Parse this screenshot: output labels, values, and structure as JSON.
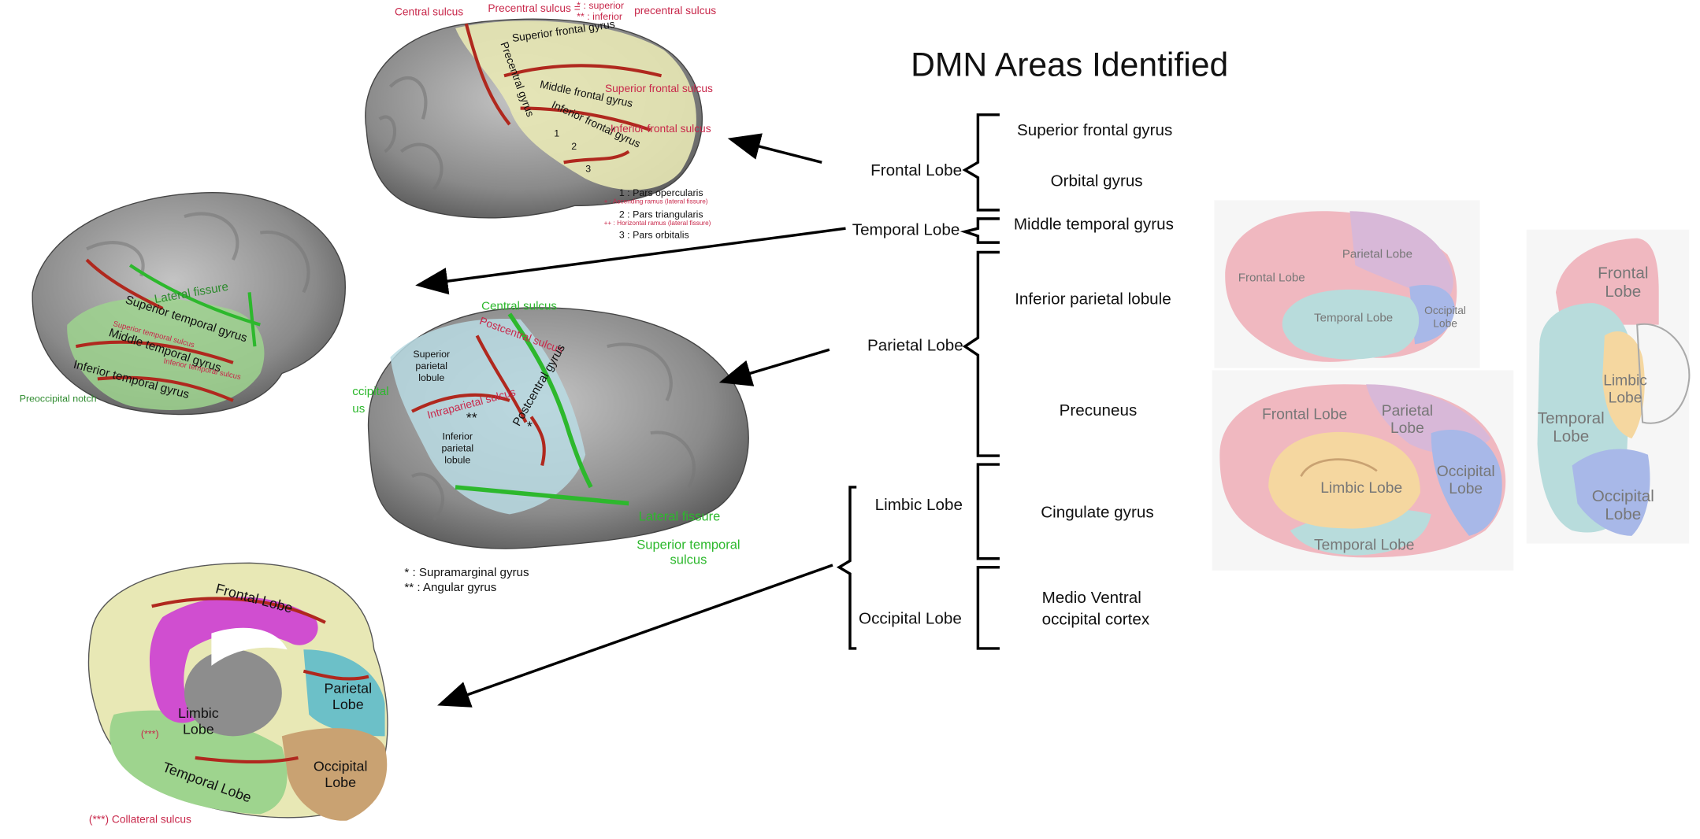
{
  "title": "DMN Areas Identified",
  "lobes": {
    "frontal": "Frontal Lobe",
    "temporal": "Temporal Lobe",
    "parietal": "Parietal Lobe",
    "limbic": "Limbic Lobe",
    "occipital": "Occipital Lobe"
  },
  "areas": {
    "superior_frontal": "Superior frontal gyrus",
    "orbital": "Orbital gyrus",
    "middle_temporal": "Middle temporal gyrus",
    "inferior_parietal": "Inferior parietal lobule",
    "precuneus": "Precuneus",
    "cingulate": "Cingulate gyrus",
    "medio_ventral_1": "Medio Ventral",
    "medio_ventral_2": "occipital cortex"
  },
  "brain_frontal": {
    "central_sulcus": "Central sulcus",
    "precentral_sulcus": "Precentral sulcus =",
    "star_superior": "* : superior",
    "star_inferior": "** : inferior",
    "precentral_sulcus_2": "precentral sulcus",
    "superior_frontal_gyrus": "Superior frontal gyrus",
    "precentral_gyrus": "Precentral gyrus",
    "middle_frontal_gyrus": "Middle frontal gyrus",
    "superior_frontal_sulcus": "Superior frontal sulcus",
    "inferior_frontal_gyrus": "Inferior frontal gyrus",
    "inferior_frontal_sulcus": "Inferior frontal sulcus",
    "num1": "1",
    "num2": "2",
    "num3": "3",
    "legend1": "1 : Pars opercularis",
    "legend1b": "+ : Ascending ramus (lateral fissure)",
    "legend2": "2 : Pars triangularis",
    "legend2b": "++ : Horizontal ramus (lateral fissure)",
    "legend3": "3 : Pars orbitalis"
  },
  "brain_temporal": {
    "lateral_fissure": "Lateral fissure",
    "superior_temporal_gyrus": "Superior temporal gyrus",
    "superior_temporal_sulcus": "Superior temporal sulcus",
    "middle_temporal_gyrus": "Middle temporal gyrus",
    "inferior_temporal_sulcus": "Inferior temporal sulcus",
    "inferior_temporal_gyrus": "Inferior temporal gyrus",
    "preoccipital_notch": "Preoccipital notch"
  },
  "brain_parietal": {
    "central_sulcus": "Central sulcus",
    "postcentral_sulcus": "Postcentral sulcus",
    "postcentral_gyrus": "Postcentral gyrus",
    "superior_parietal_lobule": "Superior parietal lobule",
    "intraparietal_sulcus": "Intraparietal sulcus",
    "inferior_parietal_lobule": "Inferior parietal lobule",
    "occipital_partial": "ccipital",
    "sulcus_partial": "us",
    "lateral_fissure": "Lateral fissure",
    "superior_temporal_sulcus": "Superior temporal sulcus",
    "star": "*",
    "double_star": "**",
    "legend1": "* : Supramarginal gyrus",
    "legend2": "** : Angular gyrus"
  },
  "brain_medial": {
    "frontal_lobe": "Frontal Lobe",
    "parietal_lobe": "Parietal Lobe",
    "limbic_lobe": "Limbic Lobe",
    "occipital_lobe": "Occipital Lobe",
    "temporal_lobe": "Temporal Lobe",
    "triple_star": "(***)",
    "collateral": "(***) Collateral sulcus"
  },
  "atlas_lateral": {
    "frontal": "Frontal Lobe",
    "parietal": "Parietal Lobe",
    "temporal": "Temporal Lobe",
    "occipital": "Occipital Lobe"
  },
  "atlas_medial": {
    "frontal": "Frontal Lobe",
    "parietal": "Parietal Lobe",
    "limbic": "Limbic Lobe",
    "occipital": "Occipital Lobe",
    "temporal": "Temporal Lobe"
  },
  "atlas_ventral": {
    "frontal": "Frontal Lobe",
    "limbic": "Limbic Lobe",
    "temporal": "Temporal Lobe",
    "occipital": "Occipital Lobe"
  },
  "colors": {
    "gyrus_yellow": "#e8e8b5",
    "sulcus_red": "#b0281e",
    "label_red": "#c8274a",
    "green": "#2db82d",
    "parietal_blue": "#b9dbe3",
    "limbic_magenta": "#d04ed0",
    "medial_teal": "#6cc0c8",
    "medial_brown": "#c9a272",
    "atlas_pink": "#f0b8c0",
    "atlas_purple": "#d8b8d8",
    "atlas_teal": "#b8dcdc",
    "atlas_blue": "#a8b8e8",
    "atlas_orange": "#f5d7a0"
  }
}
